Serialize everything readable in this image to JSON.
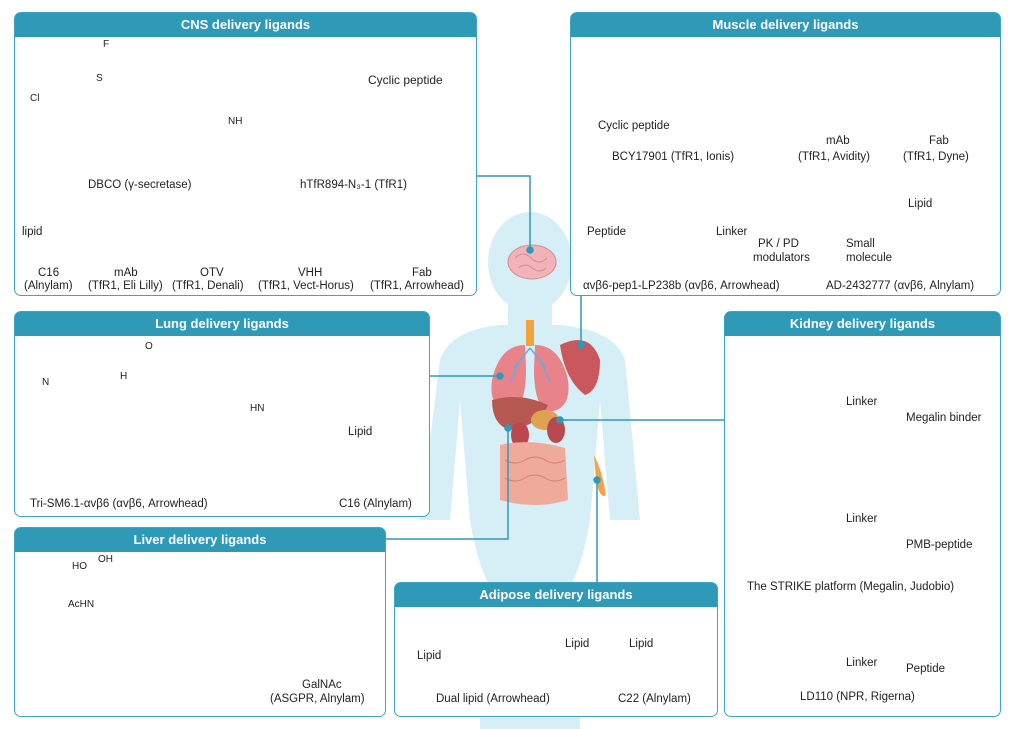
{
  "cns": {
    "title": "CNS delivery ligands",
    "dbco": "DBCO (γ-secretase)",
    "htfr": "hTfR894-N₃-1 (TfR1)",
    "cyclic_peptide": "Cyclic peptide",
    "lipid": "lipid",
    "c16_1": "C16",
    "c16_2": "(Alnylam)",
    "mab_1": "mAb",
    "mab_2": "(TfR1, Eli Lilly)",
    "otv_1": "OTV",
    "otv_2": "(TfR1, Denali)",
    "vhh_1": "VHH",
    "vhh_2": "(TfR1, Vect-Horus)",
    "fab_1": "Fab",
    "fab_2": "(TfR1, Arrowhead)"
  },
  "muscle": {
    "title": "Muscle delivery ligands",
    "cyclic_peptide": "Cyclic peptide",
    "bcy": "BCY17901 (TfR1, Ionis)",
    "mab_1": "mAb",
    "mab_2": "(TfR1, Avidity)",
    "fab_1": "Fab",
    "fab_2": "(TfR1, Dyne)",
    "peptide": "Peptide",
    "linker": "Linker",
    "pkpd_1": "PK / PD",
    "pkpd_2": "modulators",
    "lipid": "Lipid",
    "small_1": "Small",
    "small_2": "molecule",
    "avb6": "αvβ6-pep1-LP238b (αvβ6, Arrowhead)",
    "ad": "AD-2432777 (αvβ6, Alnylam)"
  },
  "lung": {
    "title": "Lung delivery ligands",
    "lipid": "Lipid",
    "trism": "Tri-SM6.1-αvβ6 (αvβ6, Arrowhead)",
    "c16": "C16 (Alnylam)"
  },
  "kidney": {
    "title": "Kidney delivery ligands",
    "linker_1": "Linker",
    "megalin": "Megalin binder",
    "linker_2": "Linker",
    "pmb": "PMB-peptide",
    "strike": "The STRIKE platform (Megalin, Judobio)",
    "linker_3": "Linker",
    "peptide": "Peptide",
    "ld110": "LD110 (NPR, Rigerna)"
  },
  "liver": {
    "title": "Liver delivery ligands",
    "galnac_1": "GalNAc",
    "galnac_2": "(ASGPR, Alnylam)"
  },
  "adipose": {
    "title": "Adipose delivery ligands",
    "lipid_left": "Lipid",
    "lipid_right": "Lipid",
    "lipid_c22": "Lipid",
    "dual": "Dual lipid (Arrowhead)",
    "c22": "C22 (Alnylam)"
  },
  "chem": {
    "f": "F",
    "cl": "Cl",
    "s": "S",
    "o": "O",
    "n": "N",
    "h": "H",
    "nh": "NH",
    "hn": "HN",
    "oh": "OH",
    "ho": "HO",
    "achn": "AcHN"
  },
  "colors": {
    "panel_title": "#2e9ab8",
    "panel_border": "#3aa6c2",
    "rna": "#2a73c9",
    "peptide_bead": "#4c8fd8",
    "lipid": "#f0a02a",
    "body": "#d6eef5",
    "pink_ligand": "#d05aa8"
  },
  "icons": [
    "human-body-icon",
    "brain-icon",
    "lungs-icon",
    "muscle-icon",
    "kidney-icon",
    "liver-icon",
    "adipose-icon",
    "rna-duplex-icon",
    "antibody-icon",
    "fab-icon",
    "vhh-icon",
    "cyclic-peptide-icon",
    "linker-icon",
    "lipid-icon"
  ]
}
